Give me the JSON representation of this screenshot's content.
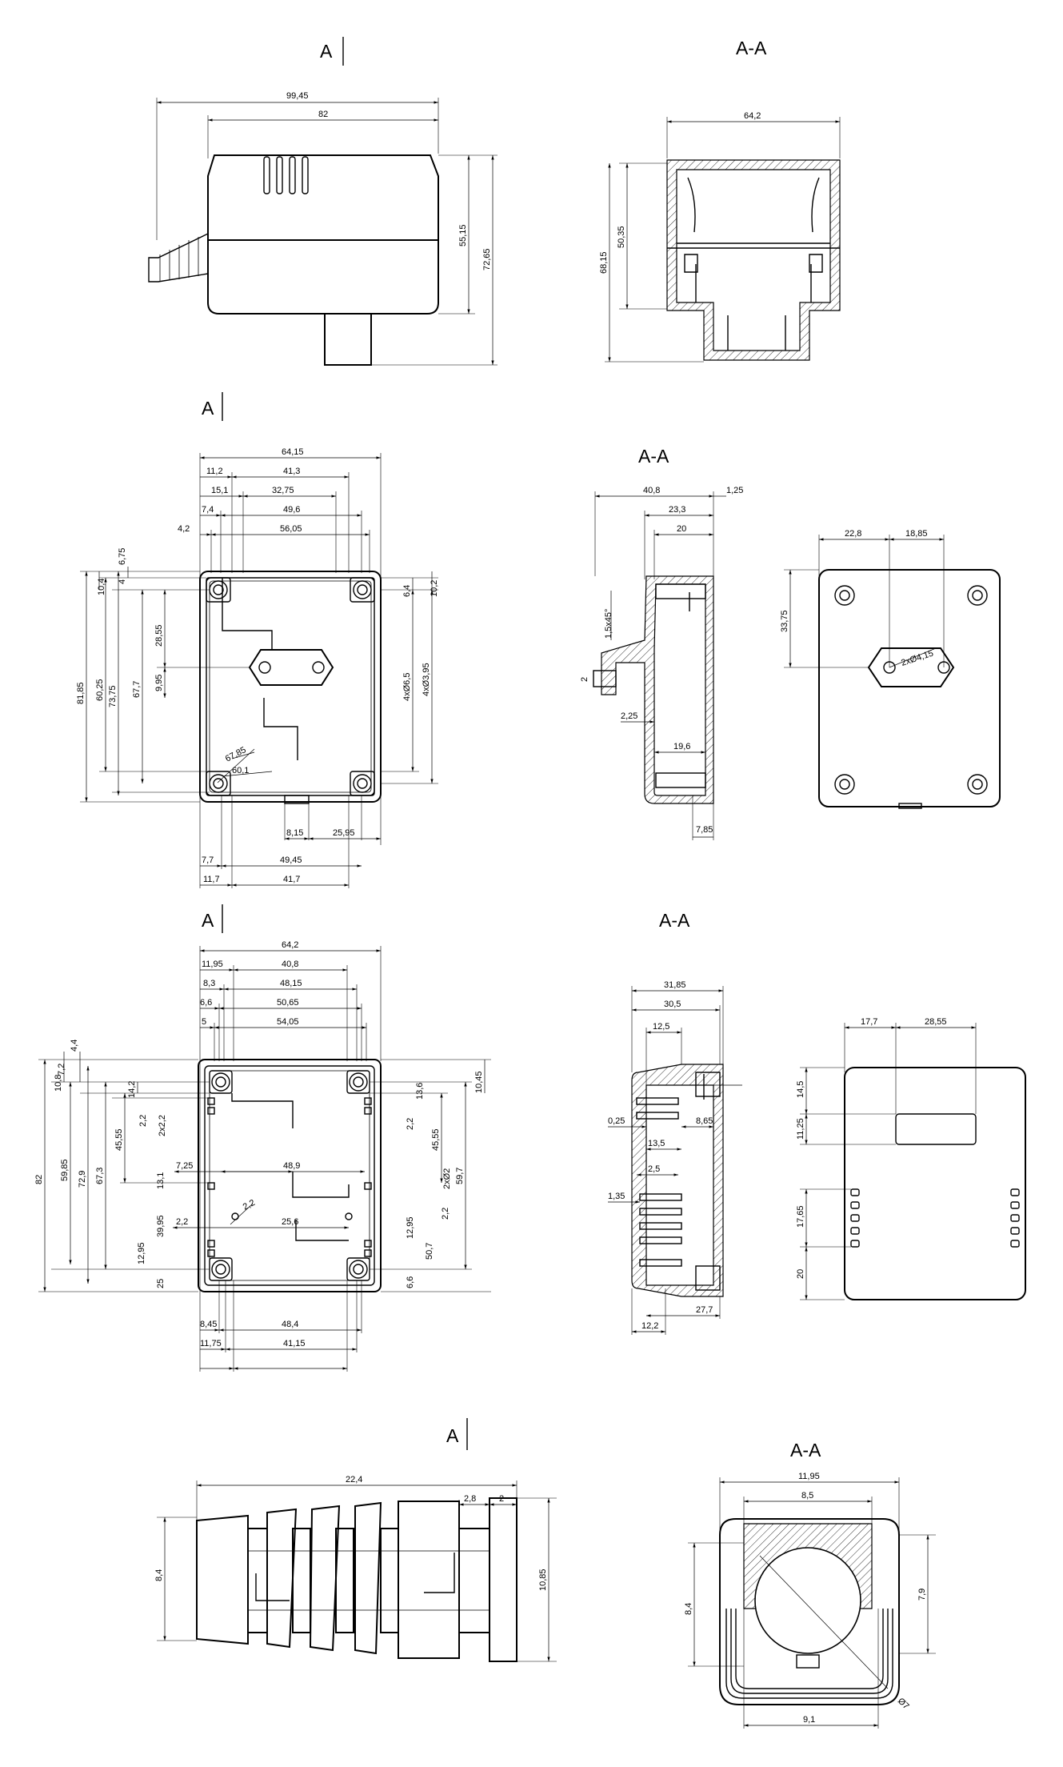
{
  "views": {
    "v1_left": {
      "label": "A"
    },
    "v1_right": {
      "label": "A-A"
    },
    "v2_left": {
      "label": "A"
    },
    "v2_mid": {
      "label": "A-A"
    },
    "v3_left": {
      "label": "A"
    },
    "v3_mid": {
      "label": "A-A"
    },
    "v4_left": {
      "label": "A"
    },
    "v4_right": {
      "label": "A-A"
    }
  },
  "dimensions": {
    "v1": [
      "99,45",
      "82",
      "55,15",
      "72,65",
      "64,2",
      "50,35",
      "68,15"
    ],
    "v2a": [
      "64,15",
      "11,2",
      "41,3",
      "15,1",
      "32,75",
      "7,4",
      "49,6",
      "4,2",
      "56,05",
      "6,75",
      "4",
      "10,4",
      "28,55",
      "9,95",
      "81,85",
      "60,25",
      "73,75",
      "67,7",
      "6,4",
      "10,2",
      "67,85",
      "60,1",
      "4xØ6,5",
      "4xØ3,95",
      "8,15",
      "25,95",
      "7,7",
      "49,45",
      "11,7",
      "41,7"
    ],
    "v2b": [
      "40,8",
      "1,25",
      "23,3",
      "20",
      "1,5x45°",
      "2",
      "2,25",
      "19,6",
      "7,85"
    ],
    "v2c": [
      "22,8",
      "18,85",
      "33,75",
      "2xØ4,15"
    ],
    "v3a": [
      "64,2",
      "11,95",
      "40,8",
      "8,3",
      "48,15",
      "6,6",
      "50,65",
      "5",
      "54,05",
      "4,4",
      "7,2",
      "10,8",
      "14,2",
      "13,6",
      "10,45",
      "2,2",
      "2x2,2",
      "45,55",
      "2,2",
      "45,55",
      "7,25",
      "48,9",
      "82",
      "59,85",
      "72,9",
      "67,3",
      "59,7",
      "2,2",
      "2xØ2",
      "2,2",
      "13,1",
      "39,95",
      "2,2",
      "25,6",
      "12,95",
      "12,95",
      "25",
      "6,6",
      "50,7",
      "8,45",
      "48,4",
      "11,75",
      "41,15"
    ],
    "v3b": [
      "31,85",
      "30,5",
      "12,5",
      "0,25",
      "8,65",
      "13,5",
      "2,5",
      "1,35",
      "12,2",
      "27,7"
    ],
    "v3c": [
      "17,7",
      "28,55",
      "14,5",
      "11,25",
      "17,65",
      "20"
    ],
    "v4a": [
      "22,4",
      "2,8",
      "2",
      "8,4",
      "10,85"
    ],
    "v4b": [
      "11,95",
      "8,5",
      "8,4",
      "7,9",
      "Ø7",
      "9,1"
    ]
  }
}
